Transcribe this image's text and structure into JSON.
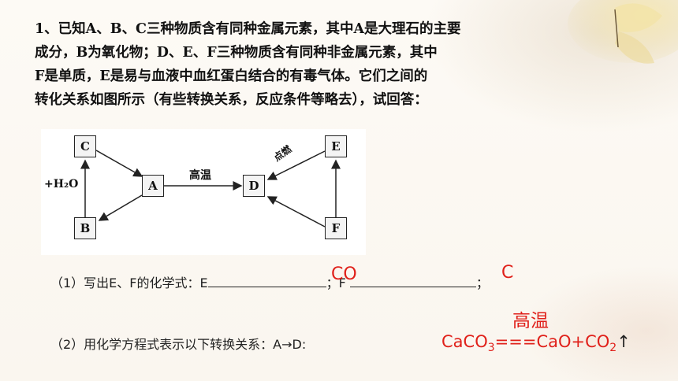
{
  "question": {
    "lines": [
      "1、已知A、B、C三种物质含有同种金属元素，其中A是大理石的主要",
      "成分，B为氧化物；D、E、F三种物质含有同种非金属元素，其中",
      "F是单质，E是易与血液中血红蛋白结合的有毒气体。它们之间的",
      "转化关系如图所示（有些转换关系，反应条件等略去），试回答："
    ]
  },
  "diagram": {
    "nodes": {
      "A": "A",
      "B": "B",
      "C": "C",
      "D": "D",
      "E": "E",
      "F": "F"
    },
    "labels": {
      "water": "+H₂O",
      "high_temp": "高温",
      "ignite": "点燃"
    }
  },
  "q1": {
    "prefix": "（1）写出E、F的化学式：E",
    "sep": "；F ",
    "end": "；",
    "answer_e": "CO",
    "answer_f": "C"
  },
  "q2": {
    "prefix": "（2）用化学方程式表示以下转换关系：A→D:",
    "condition": "高温",
    "eq_caco": "CaCO",
    "eq_sub3": "3",
    "eq_mid": "===CaO+CO",
    "eq_sub2": "2",
    "gas_arrow": "↑"
  },
  "colors": {
    "answer": "#e0201a",
    "text": "#111111"
  }
}
